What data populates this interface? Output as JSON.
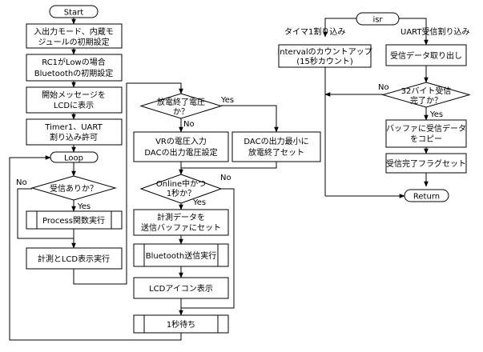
{
  "main": {
    "start": "Start",
    "init_io": [
      "入出力モード、内蔵モ",
      "ジュールの初期設定"
    ],
    "init_bt": [
      "RC1がLowの場合",
      "Bluetoothの初期設定"
    ],
    "lcd_open": [
      "開始メッセージを",
      "LCDに表示"
    ],
    "irq_enable": [
      "Timer1、UART",
      "割り込み許可"
    ],
    "loop": "Loop",
    "recv_q": "受信ありか？",
    "process": "Process関数実行",
    "measure_lcd": "計測とLCD表示実行",
    "discharge_q": [
      "放電終了電圧",
      "か？"
    ],
    "vr_input": [
      "VRの電圧入力",
      "DACの出力電圧設定"
    ],
    "dac_min": [
      "DACの出力最小に",
      "放電終了セット"
    ],
    "online_q": [
      "Online中かつ",
      "1秒か？"
    ],
    "set_buffer": [
      "計測データを",
      "送信バッファにセット"
    ],
    "bt_send": "Bluetooth送信実行",
    "lcd_icon": "LCDアイコン表示",
    "wait": "1秒待ち"
  },
  "isr": {
    "title": "isr",
    "timer_label": "タイマ1割り込み",
    "uart_label": "UART受信割り込み",
    "interval_up": [
      "Intervalのカウントアップ",
      "(15秒カウント)"
    ],
    "recv_get": "受信データ取り出し",
    "byte_q": [
      "32バイト受信",
      "完了か？"
    ],
    "copy_buffer": [
      "バッファに受信データ",
      "をコピー"
    ],
    "flag_set": "受信完了フラグセット",
    "return": "Return"
  },
  "labels": {
    "yes": "Yes",
    "no": "No"
  }
}
